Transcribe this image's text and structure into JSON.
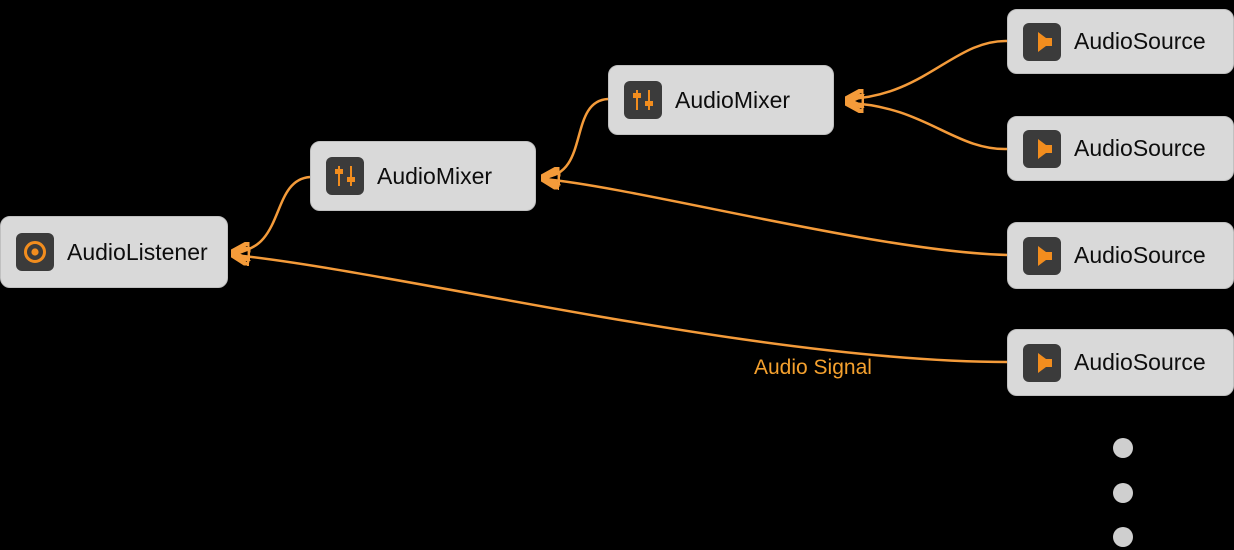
{
  "diagram": {
    "background_color": "#000000",
    "accent_color": "#F49B3A",
    "node_background_color": "#d9d9d9",
    "icon_background_color": "#3b3b3b",
    "icon_color": "#F28D1E",
    "edge_label": "Audio Signal",
    "nodes": {
      "listener": {
        "label": "AudioListener"
      },
      "mixer_left": {
        "label": "AudioMixer"
      },
      "mixer_top": {
        "label": "AudioMixer"
      },
      "source_1": {
        "label": "AudioSource"
      },
      "source_2": {
        "label": "AudioSource"
      },
      "source_3": {
        "label": "AudioSource"
      },
      "source_4": {
        "label": "AudioSource"
      }
    },
    "connections": [
      {
        "from": "source_1",
        "to": "mixer_top"
      },
      {
        "from": "source_2",
        "to": "mixer_top"
      },
      {
        "from": "mixer_top",
        "to": "mixer_left"
      },
      {
        "from": "source_3",
        "to": "mixer_left"
      },
      {
        "from": "mixer_left",
        "to": "listener"
      },
      {
        "from": "source_4",
        "to": "listener"
      }
    ],
    "more_indicator_dots": 3
  }
}
